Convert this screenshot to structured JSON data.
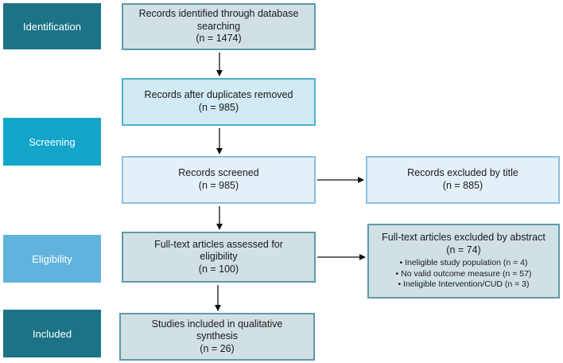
{
  "colors": {
    "identification": "#1b7385",
    "screening": "#12a5c9",
    "eligibility": "#62b2de",
    "included": "#1b7385"
  },
  "stages": {
    "identification": "Identification",
    "screening": "Screening",
    "eligibility": "Eligibility",
    "included": "Included"
  },
  "boxes": {
    "identified": {
      "line1": "Records identified through database",
      "line2": "searching",
      "count": "(n = 1474)"
    },
    "duplicates": {
      "line1": "Records after duplicates  removed",
      "count": "(n = 985)"
    },
    "screened": {
      "line1": "Records screened",
      "count": "(n = 985)"
    },
    "excluded_title": {
      "line1": "Records excluded by title",
      "count": "(n = 885)"
    },
    "fulltext": {
      "line1": "Full-text articles assessed for",
      "line2": "eligibility",
      "count": "(n = 100)"
    },
    "excluded_abstract": {
      "line1": "Full-text articles excluded by abstract",
      "count": "(n = 74)",
      "items": [
        "Ineligible study population (n = 4)",
        "No valid outcome measure (n = 57)",
        "Ineligible Intervention/CUD (n = 3)"
      ]
    },
    "included": {
      "line1": "Studies included in qualitative",
      "line2": "synthesis",
      "count": "(n = 26)"
    }
  }
}
